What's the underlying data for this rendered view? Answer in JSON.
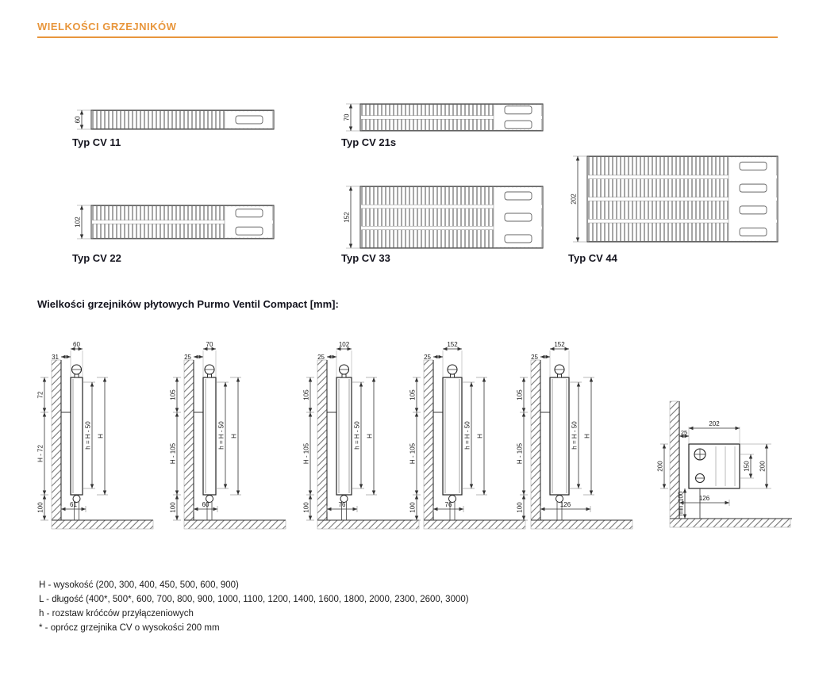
{
  "header": {
    "title": "WIELKOŚCI GRZEJNIKÓW"
  },
  "section_heading": "Wielkości grzejników płytowych Purmo Ventil Compact [mm]:",
  "cross_sections": [
    {
      "label": "Typ CV 11",
      "depth": "60"
    },
    {
      "label": "Typ CV 21s",
      "depth": "70"
    },
    {
      "label": "Typ CV 22",
      "depth": "102"
    },
    {
      "label": "Typ CV 33",
      "depth": "152"
    },
    {
      "label": "Typ CV 44",
      "depth": "202"
    }
  ],
  "mount_diagrams": [
    {
      "depth": "60",
      "wall_gap": "31",
      "top_offset": "72",
      "body": "H - 72",
      "floor_clearance": "100",
      "bottom_span": "61",
      "conn_spacing": "h = H - 50",
      "height": "H"
    },
    {
      "depth": "70",
      "wall_gap": "25",
      "top_offset": "105",
      "body": "H - 105",
      "floor_clearance": "100",
      "bottom_span": "60",
      "conn_spacing": "h = H - 50",
      "height": "H"
    },
    {
      "depth": "102",
      "wall_gap": "25",
      "top_offset": "105",
      "body": "H - 105",
      "floor_clearance": "100",
      "bottom_span": "76",
      "conn_spacing": "h = H - 50",
      "height": "H"
    },
    {
      "depth": "152",
      "wall_gap": "25",
      "top_offset": "105",
      "body": "H - 105",
      "floor_clearance": "100",
      "bottom_span": "76",
      "conn_spacing": "h = H - 50",
      "height": "H"
    },
    {
      "depth": "152",
      "wall_gap": "25",
      "top_offset": "105",
      "body": "H - 105",
      "floor_clearance": "100",
      "bottom_span": "126",
      "conn_spacing": "h = H - 50",
      "height": "H"
    }
  ],
  "corner_diagram": {
    "depth": "202",
    "wall_gap": "25",
    "wall_height": "200",
    "conn_spacing": "150",
    "height": "200",
    "floor_clearance": "min. 100",
    "bottom_span": "126"
  },
  "notes": [
    "H - wysokość (200, 300, 400, 450, 500, 600, 900)",
    "L - długość (400*, 500*, 600, 700, 800, 900, 1000, 1100, 1200, 1400, 1600, 1800, 2000, 2300, 2600, 3000)",
    "h - rozstaw króćców przyłączeniowych",
    "* - oprócz grzejnika CV o wysokości 200 mm"
  ]
}
